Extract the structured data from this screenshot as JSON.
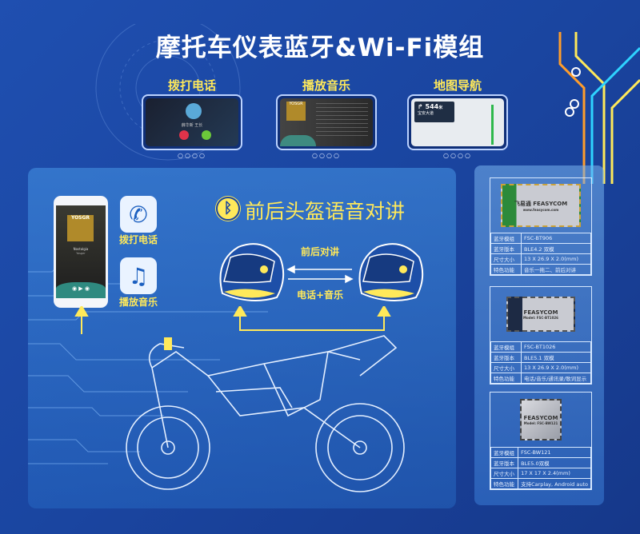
{
  "title": "摩托车仪表蓝牙&Wi-Fi模组",
  "screens": [
    {
      "label": "拨打电话",
      "caller": "薛华新 王长"
    },
    {
      "label": "播放音乐",
      "album": "YOSGR"
    },
    {
      "label": "地图导航",
      "distance": "544",
      "unit": "米",
      "road": "宝安大道"
    }
  ],
  "phone": {
    "album": "YOSGR",
    "song": "Nostalgia",
    "artist": "Yosger"
  },
  "features": [
    {
      "label": "拨打电话",
      "icon": "phone-icon"
    },
    {
      "label": "播放音乐",
      "icon": "music-note-icon"
    }
  ],
  "intercom": {
    "heading": "前后头盔语音对讲",
    "top_label": "前后对讲",
    "bottom_label": "电话+音乐"
  },
  "modules": [
    {
      "chip_text": "飞易通 FEASYCOM",
      "chip_url": "www.feasycom.com",
      "rows": [
        [
          "蓝牙模组",
          "FSC-BT906"
        ],
        [
          "蓝牙版本",
          "BLE4.2 双模"
        ],
        [
          "尺寸大小",
          "13 X 26.9 X 2.0(mm)"
        ],
        [
          "特色功能",
          "音乐一拖二、前后对讲"
        ]
      ]
    },
    {
      "chip_text": "FEASYCOM",
      "chip_url": "Model: FSC-BT1026",
      "rows": [
        [
          "蓝牙模组",
          "FSC-BT1026"
        ],
        [
          "蓝牙版本",
          "BLE5.1 双模"
        ],
        [
          "尺寸大小",
          "13 X 26.9 X 2.0(mm)"
        ],
        [
          "特色功能",
          "电话/音乐/通讯录/歌词显示"
        ]
      ]
    },
    {
      "chip_text": "FEASYCOM",
      "chip_url": "Model: FSC-BW121",
      "rows": [
        [
          "蓝牙模组",
          "FSC-BW121"
        ],
        [
          "蓝牙版本",
          "BLE5.0双模"
        ],
        [
          "尺寸大小",
          "17 X 17 X 2.4(mm)"
        ],
        [
          "特色功能",
          "支持Carplay, Android auto"
        ]
      ]
    }
  ],
  "colors": {
    "accent": "#ffe95a",
    "background": "#1a45a0"
  }
}
